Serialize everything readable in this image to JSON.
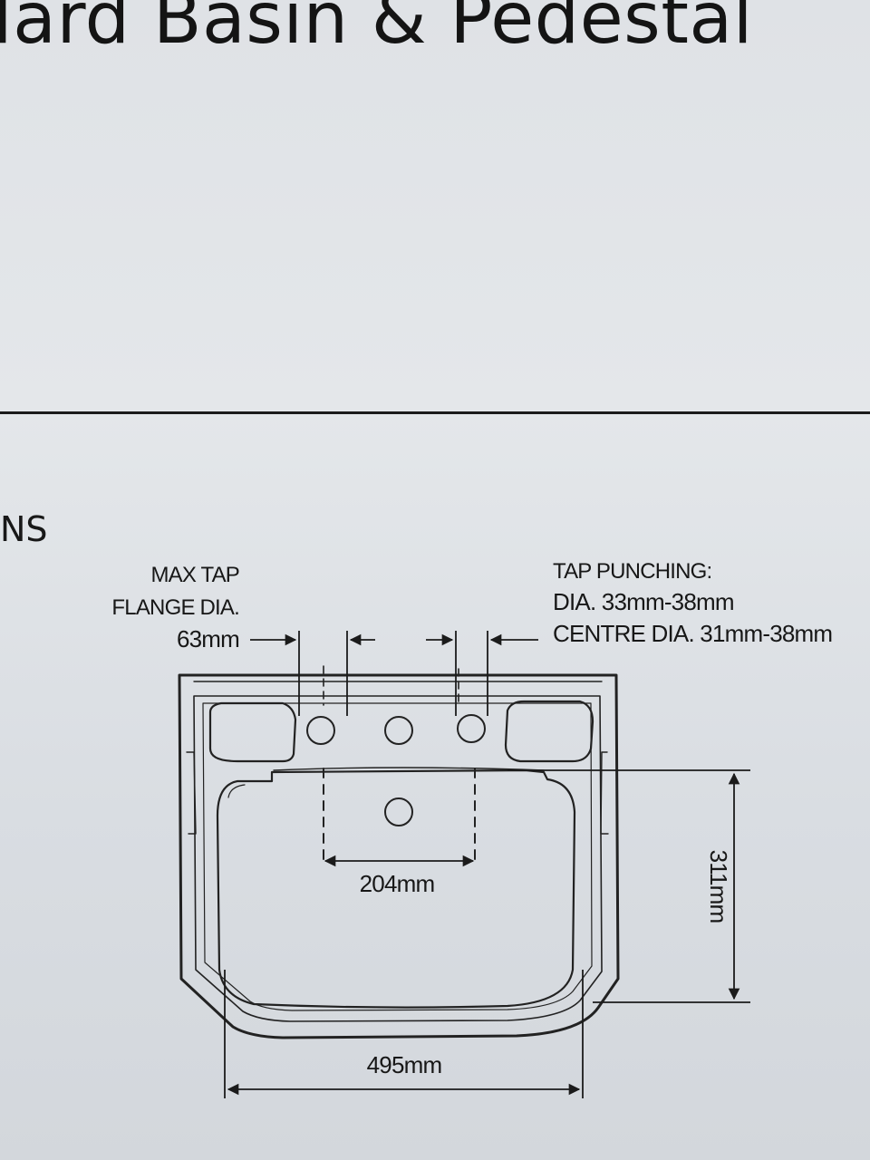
{
  "header": {
    "title": "lard Basin & Pedestal"
  },
  "section": {
    "heading": "NS"
  },
  "diagram": {
    "tap_flange": {
      "line1": "MAX TAP",
      "line2": "FLANGE DIA.",
      "line3": "63mm"
    },
    "tap_punching": {
      "line1": "TAP PUNCHING:",
      "line2": "DIA. 33mm-38mm",
      "line3": "CENTRE DIA. 31mm-38mm"
    },
    "dimensions": {
      "centres": "204mm",
      "depth": "311mm",
      "width": "495mm"
    }
  }
}
